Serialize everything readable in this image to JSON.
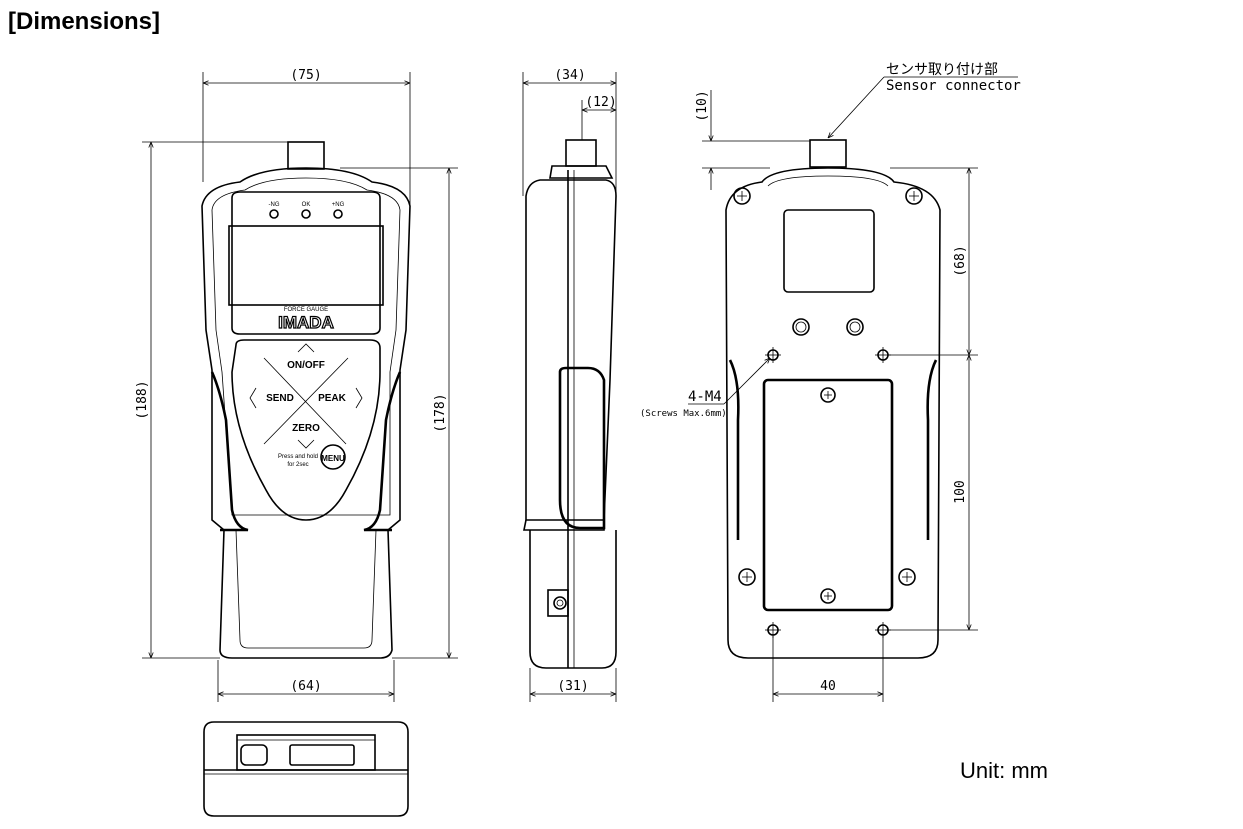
{
  "header": {
    "title": "[Dimensions]"
  },
  "unit": "Unit: mm",
  "front_view": {
    "width_top": "(75)",
    "width_bottom": "(64)",
    "height_total": "(188)",
    "height_body": "(178)",
    "indicators": [
      "-NG",
      "OK",
      "+NG"
    ],
    "brand_small": "FORCE GAUGE",
    "brand": "IMADA",
    "keys": {
      "on_off": "ON/OFF",
      "send": "SEND",
      "peak": "PEAK",
      "zero": "ZERO",
      "menu": "MENU"
    },
    "hold_note_1": "Press and hold",
    "hold_note_2": "for 2sec"
  },
  "side_view": {
    "depth_top": "(34)",
    "connector": "(12)",
    "depth_bottom": "(31)"
  },
  "back_view": {
    "connector_height": "(10)",
    "connector_label_jp": "センサ取り付け部",
    "connector_label_en": "Sensor connector",
    "upper_spacing": "(68)",
    "hole_spacing_v": "100",
    "hole_spacing_h": "40",
    "screw_label": "4-M4",
    "screw_note": "(Screws Max.6mm)"
  },
  "colors": {
    "line": "#000000",
    "background": "#ffffff"
  }
}
